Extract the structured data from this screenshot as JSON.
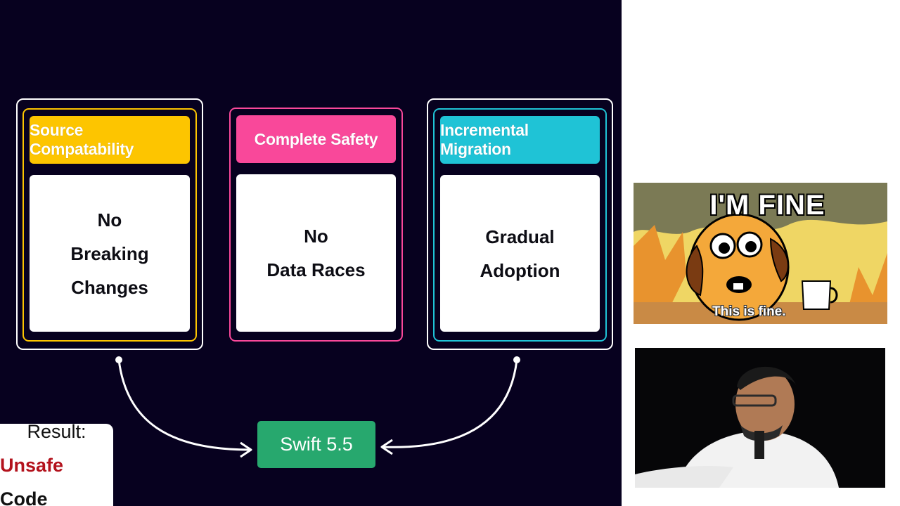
{
  "slide": {
    "columns": [
      {
        "title": "Source Compatability",
        "body_line1": "No",
        "body_line2": "Breaking Changes",
        "color": "#fdc500"
      },
      {
        "title": "Complete Safety",
        "body_line1": "No",
        "body_line2": "Data Races",
        "color": "#f9489a"
      },
      {
        "title": "Incremental Migration",
        "body_line1": "Gradual",
        "body_line2": "Adoption",
        "color": "#1fc3d6"
      }
    ],
    "target": {
      "label": "Swift 5.5",
      "color": "#27a86e"
    },
    "result": {
      "label": "Result:",
      "unsafe_word": "Unsafe",
      "code_word": "Code",
      "unsafe_color": "#b3121c"
    }
  },
  "meme": {
    "top_caption": "I'M FINE",
    "bottom_caption": "This is fine."
  },
  "speaker": {
    "icon": "speaker-video"
  }
}
